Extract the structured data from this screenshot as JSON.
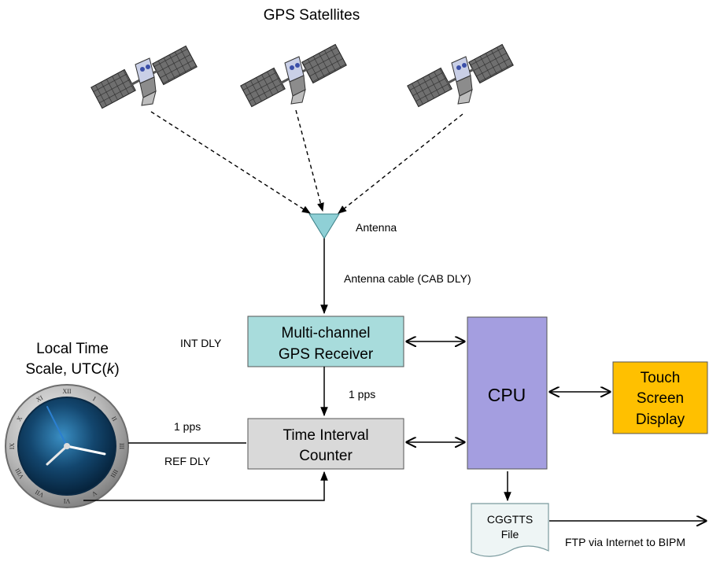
{
  "title": "GPS Satellites",
  "antenna": {
    "label": "Antenna"
  },
  "cable": {
    "label": "Antenna cable (CAB DLY)"
  },
  "receiver": {
    "line1": "Multi-channel",
    "line2": "GPS Receiver"
  },
  "int_dly": "INT DLY",
  "pps_receiver": "1 pps",
  "counter": {
    "line1": "Time Interval",
    "line2": "Counter"
  },
  "clock_label": {
    "line1": "Local Time",
    "line2_prefix": "Scale, UTC(",
    "line2_var": "k",
    "line2_suffix": ")"
  },
  "pps_ref": "1 pps",
  "ref_dly": "REF DLY",
  "cpu": {
    "label": "CPU"
  },
  "touch": {
    "line1": "Touch",
    "line2": "Screen",
    "line3": "Display"
  },
  "file": {
    "line1": "CGGTTS",
    "line2": "File"
  },
  "ftp": "FTP via Internet to BIPM",
  "clock_numerals": [
    "XII",
    "I",
    "II",
    "III",
    "IIII",
    "V",
    "VI",
    "VII",
    "VIII",
    "IX",
    "X",
    "XI"
  ],
  "colors": {
    "receiver_fill": "#a8dcdc",
    "counter_fill": "#d9d9d9",
    "cpu_fill": "#a49ee0",
    "cpu_text": "#ffffff",
    "touch_fill": "#ffc000",
    "antenna_fill": "#8fd0d6"
  }
}
